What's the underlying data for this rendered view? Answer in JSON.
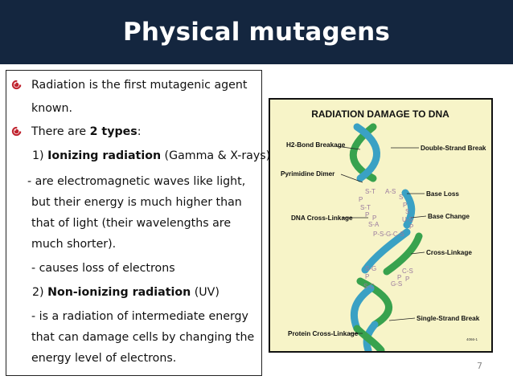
{
  "slide": {
    "title": "Physical mutagens",
    "page_number": "7"
  },
  "text": {
    "l1": "Radiation is the first mutagenic agent",
    "l2": "known.",
    "l3_pre": "There are ",
    "l3_bold": "2 types",
    "l3_post": ":",
    "l4_pre": "1) ",
    "l4_bold": "Ionizing radiation",
    "l4_post": " (Gamma & X-rays)",
    "l5": "- are electromagnetic waves like light,",
    "l6": "but their energy is much higher than",
    "l7": "that of light (their wavelengths are",
    "l8": "much shorter).",
    "l9": "- causes loss of electrons",
    "l10_pre": "2) ",
    "l10_bold": "Non-ionizing radiation",
    "l10_post": " (UV)",
    "l11": "- is a radiation of intermediate energy",
    "l12": "that can damage cells by changing the",
    "l13": "energy level of electrons."
  },
  "figure": {
    "title": "RADIATION DAMAGE TO DNA",
    "labels": {
      "h2_bond": "H2-Bond Breakage",
      "double_strand": "Double-Strand Break",
      "pyrimidine": "Pyrimidine Dimer",
      "base_loss": "Base Loss",
      "dna_cross": "DNA Cross-Linkage",
      "base_change": "Base Change",
      "cross_linkage": "Cross-Linkage",
      "single_strand": "Single-Strand Break",
      "protein_cross": "Protein Cross-Linkage"
    },
    "bases": {
      "b1": "S-T",
      "b2": "A-S",
      "b3": "P",
      "b4": "S-T",
      "b5": "P",
      "b6": "S",
      "b7": "P",
      "b8": "S",
      "b9": "U-S",
      "b10": "S-A",
      "b11": "P",
      "b12": "P-S-G-C-S",
      "b13": "P",
      "b14": "S-G",
      "b15": "C-S",
      "b16": "P",
      "b17": "P",
      "b18": "S-C",
      "b19": "G-S",
      "b20": "P"
    },
    "credit": "4066-1"
  },
  "colors": {
    "title_bg": "#14263f",
    "bullet": "#c0242f",
    "figure_bg": "#f7f4c8",
    "helix_blue": "#3aa1c4",
    "helix_green": "#38a24e"
  },
  "icons": {
    "bullet": "swirl-bullet-icon"
  }
}
